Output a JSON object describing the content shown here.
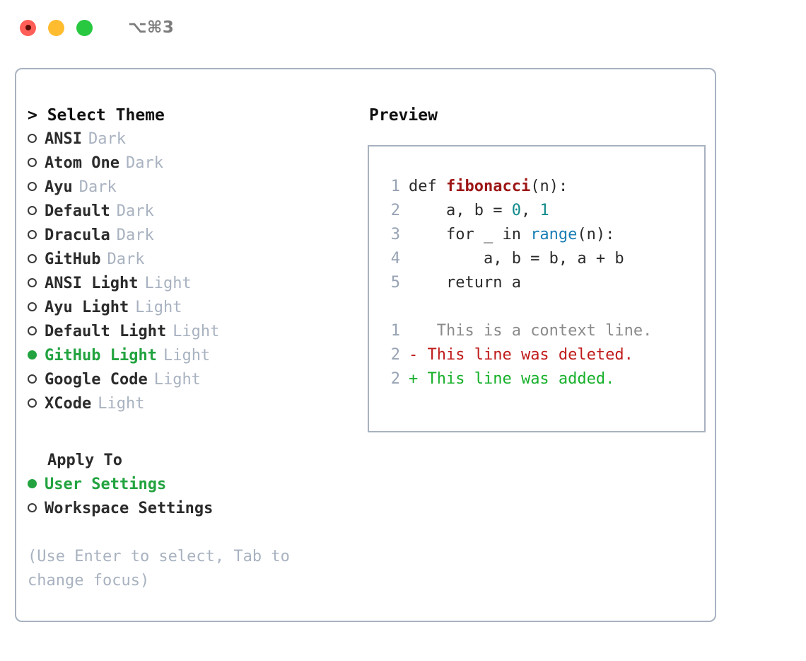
{
  "titlebar": {
    "shortcut": "⌥⌘3",
    "lights": [
      {
        "name": "close",
        "color": "#ff5f57"
      },
      {
        "name": "minimize",
        "color": "#febc2e"
      },
      {
        "name": "maximize",
        "color": "#28c840"
      }
    ]
  },
  "theme_picker": {
    "header": "> Select Theme",
    "selected_theme": "GitHub Light",
    "items": [
      {
        "name": "ANSI",
        "tag": "Dark",
        "selected": false
      },
      {
        "name": "Atom One",
        "tag": "Dark",
        "selected": false
      },
      {
        "name": "Ayu",
        "tag": "Dark",
        "selected": false
      },
      {
        "name": "Default",
        "tag": "Dark",
        "selected": false
      },
      {
        "name": "Dracula",
        "tag": "Dark",
        "selected": false
      },
      {
        "name": "GitHub",
        "tag": "Dark",
        "selected": false
      },
      {
        "name": "ANSI Light",
        "tag": "Light",
        "selected": false
      },
      {
        "name": "Ayu Light",
        "tag": "Light",
        "selected": false
      },
      {
        "name": "Default Light",
        "tag": "Light",
        "selected": false
      },
      {
        "name": "GitHub Light",
        "tag": "Light",
        "selected": true
      },
      {
        "name": "Google Code",
        "tag": "Light",
        "selected": false
      },
      {
        "name": "XCode",
        "tag": "Light",
        "selected": false
      }
    ]
  },
  "apply_to": {
    "label": "Apply To",
    "selected": "User Settings",
    "options": [
      {
        "name": "User Settings",
        "selected": true
      },
      {
        "name": "Workspace Settings",
        "selected": false
      }
    ]
  },
  "hint": "(Use Enter to select, Tab to change focus)",
  "preview": {
    "title": "Preview",
    "code_lines": [
      {
        "num": "1",
        "segments": [
          {
            "text": "def ",
            "type": "plain"
          },
          {
            "text": "fibonacci",
            "type": "fn"
          },
          {
            "text": "(n):",
            "type": "plain"
          }
        ]
      },
      {
        "num": "2",
        "segments": [
          {
            "text": "    a, b = ",
            "type": "plain"
          },
          {
            "text": "0",
            "type": "num"
          },
          {
            "text": ", ",
            "type": "plain"
          },
          {
            "text": "1",
            "type": "num"
          }
        ]
      },
      {
        "num": "3",
        "segments": [
          {
            "text": "    for _ in ",
            "type": "plain"
          },
          {
            "text": "range",
            "type": "builtin"
          },
          {
            "text": "(n):",
            "type": "plain"
          }
        ]
      },
      {
        "num": "4",
        "segments": [
          {
            "text": "        a, b = b, a + b",
            "type": "plain"
          }
        ]
      },
      {
        "num": "5",
        "segments": [
          {
            "text": "    return a",
            "type": "plain"
          }
        ]
      }
    ],
    "diff_lines": [
      {
        "num": "1",
        "marker": " ",
        "text": "  This is a context line.",
        "type": "ctx"
      },
      {
        "num": "2",
        "marker": "-",
        "text": " This line was deleted.",
        "type": "del"
      },
      {
        "num": "2",
        "marker": "+",
        "text": " This line was added.",
        "type": "add"
      }
    ]
  },
  "colors": {
    "accent_green": "#22a33f",
    "border": "#a8b2c0",
    "muted": "#a8b2c0",
    "diff_add": "#17b02a",
    "diff_del": "#c01b1b",
    "syntax_fn": "#9d1616",
    "syntax_builtin": "#1a7fb5",
    "syntax_num": "#0f8a8a"
  }
}
